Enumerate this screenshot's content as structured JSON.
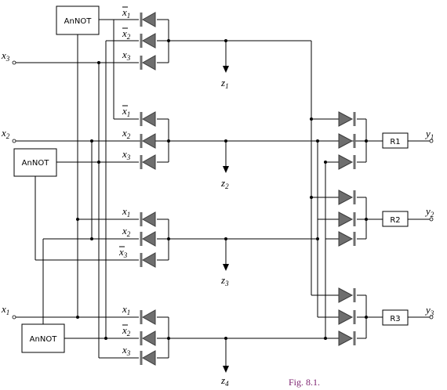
{
  "figure": {
    "caption": "Fig. 8.1."
  },
  "blocks": {
    "annot_top": "AnNOT",
    "annot_mid": "AnNOT",
    "annot_bottom": "AnNOT",
    "r1": "R1",
    "r2": "R2",
    "r3": "R3"
  },
  "inputs": {
    "x3": {
      "base": "x",
      "sub": "3"
    },
    "x2": {
      "base": "x",
      "sub": "2"
    },
    "x1": {
      "base": "x",
      "sub": "1"
    }
  },
  "diode_labels": {
    "g1": [
      {
        "base": "x",
        "sub": "1",
        "bar": true
      },
      {
        "base": "x",
        "sub": "2",
        "bar": true
      },
      {
        "base": "x",
        "sub": "3",
        "bar": false
      }
    ],
    "g2": [
      {
        "base": "x",
        "sub": "1",
        "bar": true
      },
      {
        "base": "x",
        "sub": "2",
        "bar": false
      },
      {
        "base": "x",
        "sub": "3",
        "bar": false
      }
    ],
    "g3": [
      {
        "base": "x",
        "sub": "1",
        "bar": false
      },
      {
        "base": "x",
        "sub": "2",
        "bar": false
      },
      {
        "base": "x",
        "sub": "3",
        "bar": true
      }
    ],
    "g4": [
      {
        "base": "x",
        "sub": "1",
        "bar": false
      },
      {
        "base": "x",
        "sub": "2",
        "bar": true
      },
      {
        "base": "x",
        "sub": "3",
        "bar": false
      }
    ]
  },
  "z_outputs": [
    {
      "base": "z",
      "sub": "1"
    },
    {
      "base": "z",
      "sub": "2"
    },
    {
      "base": "z",
      "sub": "3"
    },
    {
      "base": "z",
      "sub": "4"
    }
  ],
  "y_outputs": [
    {
      "base": "y",
      "sub": "1"
    },
    {
      "base": "y",
      "sub": "2"
    },
    {
      "base": "y",
      "sub": "3"
    }
  ]
}
